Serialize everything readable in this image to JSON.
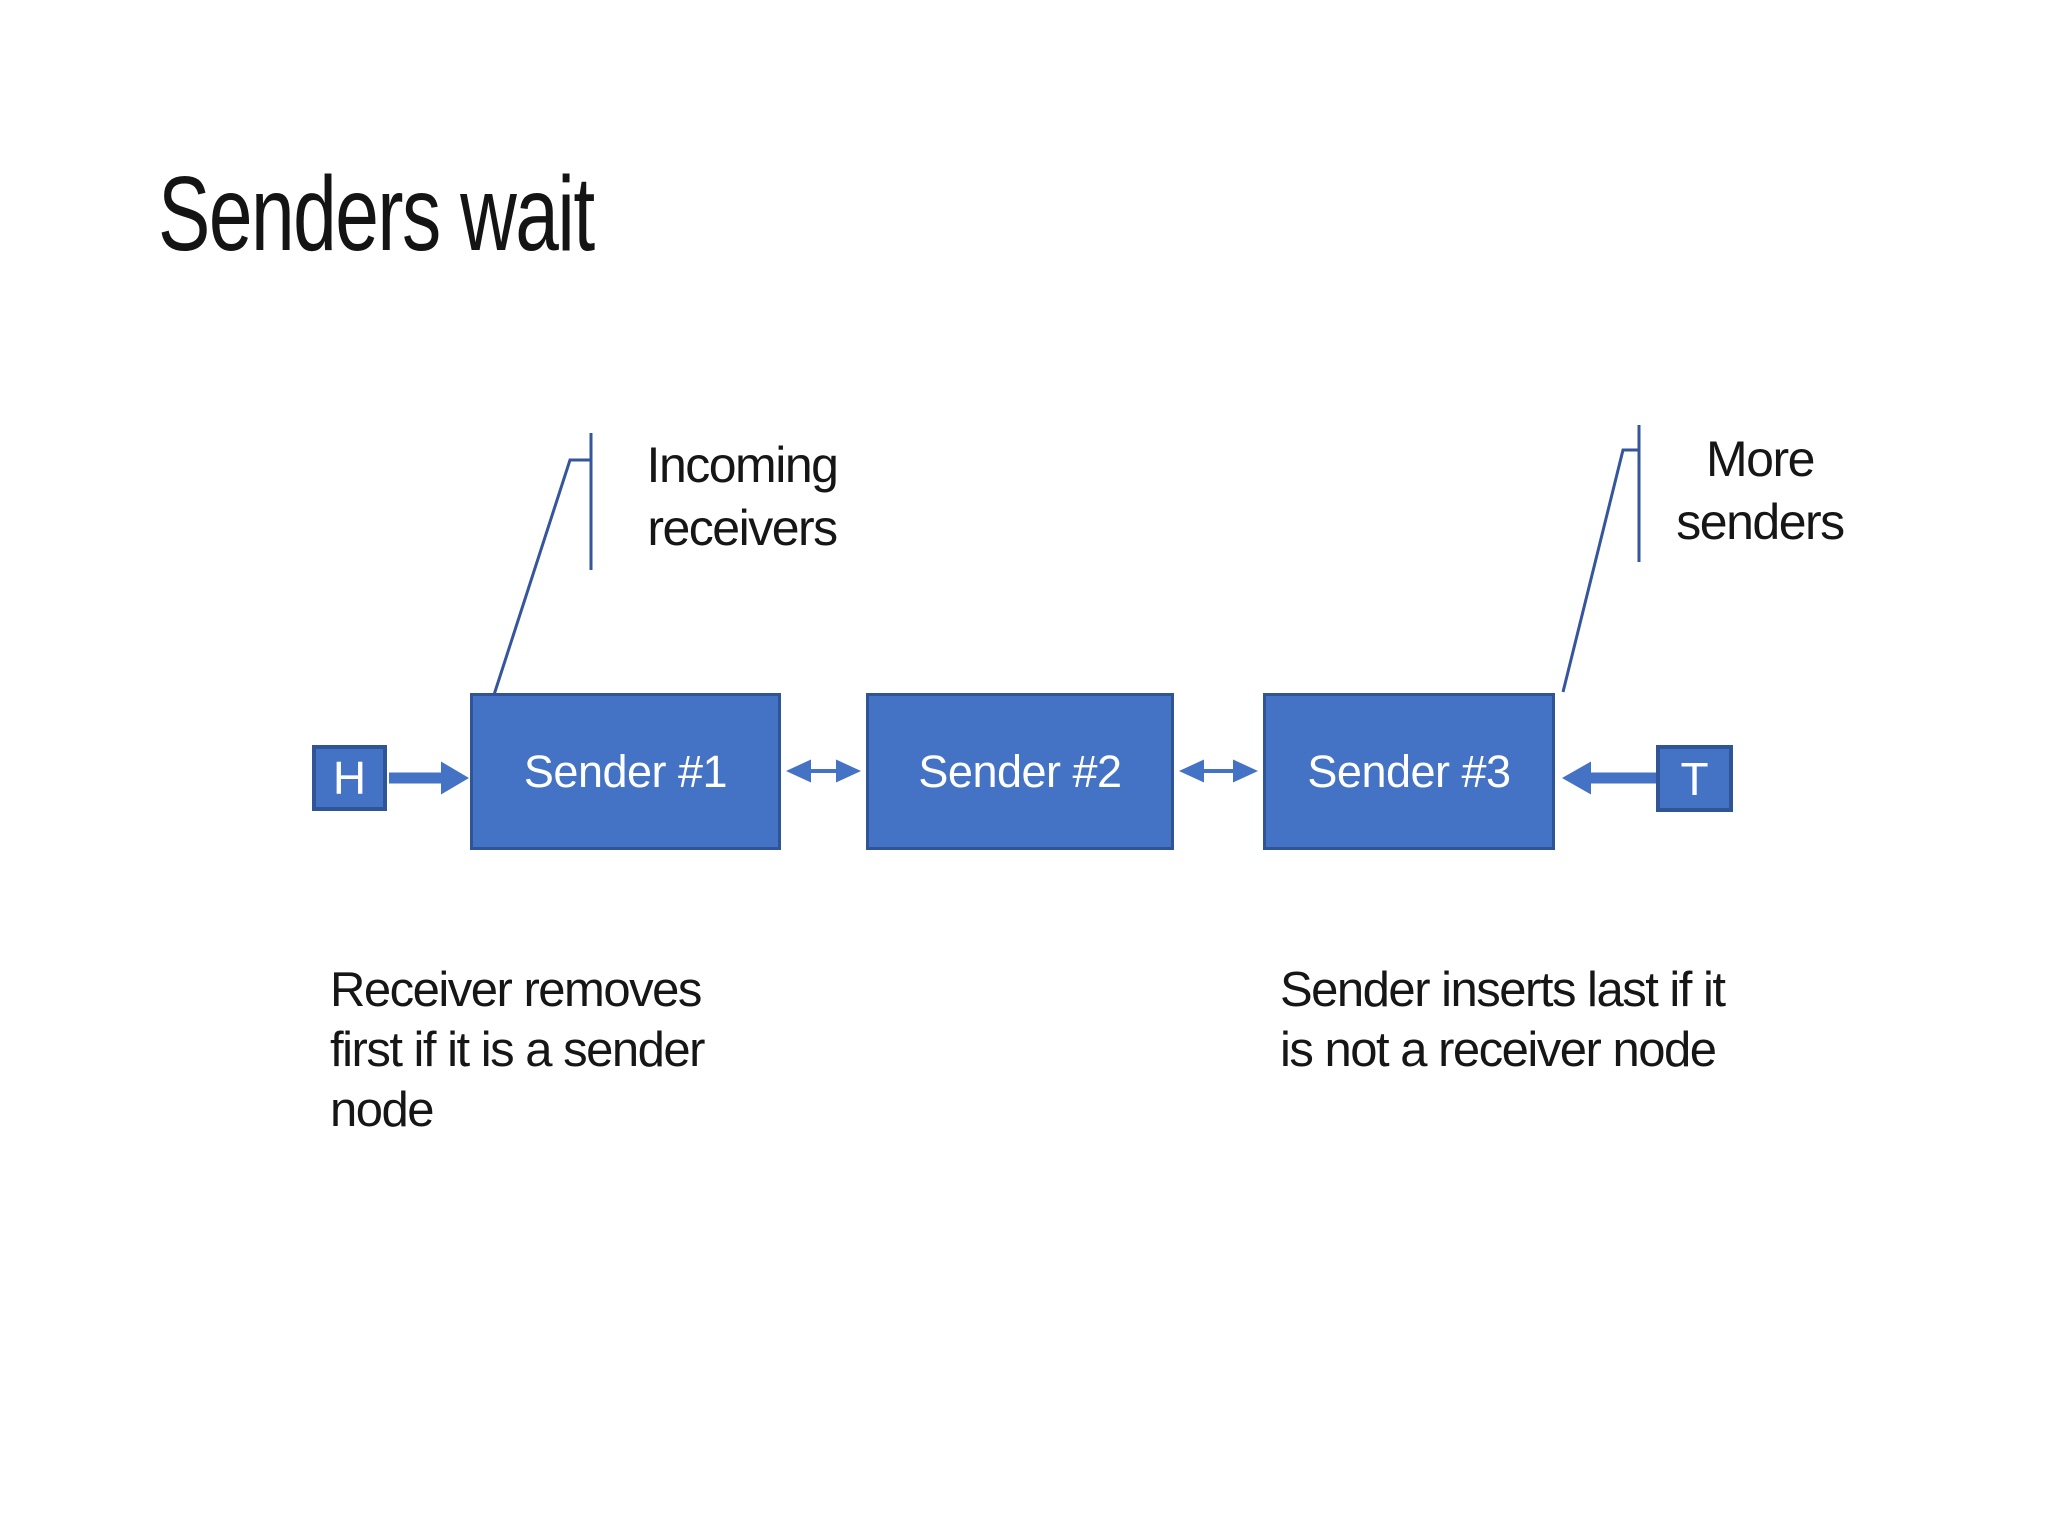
{
  "slide": {
    "title": "Senders wait",
    "nodes": [
      {
        "label": "Sender #1"
      },
      {
        "label": "Sender #2"
      },
      {
        "label": "Sender #3"
      }
    ],
    "head_marker": {
      "label": "H"
    },
    "tail_marker": {
      "label": "T"
    },
    "callout_incoming": {
      "text": "Incoming\nreceivers"
    },
    "callout_more": {
      "text": "More\nsenders"
    },
    "note_left": {
      "text": "Receiver removes\nfirst if it is a sender\nnode"
    },
    "note_right": {
      "text": "Sender inserts last if it\nis not a receiver node"
    },
    "colors": {
      "background": "#ffffff",
      "node_fill": "#4472C4",
      "node_border": "#2F5597",
      "connector": "#4472C4",
      "callout_line": "#35569B",
      "text": "#161616",
      "node_text": "#ffffff"
    },
    "icons": [
      "bidirectional-arrow-icon",
      "head-arrow-icon",
      "tail-arrow-icon",
      "callout-line-icon"
    ]
  }
}
